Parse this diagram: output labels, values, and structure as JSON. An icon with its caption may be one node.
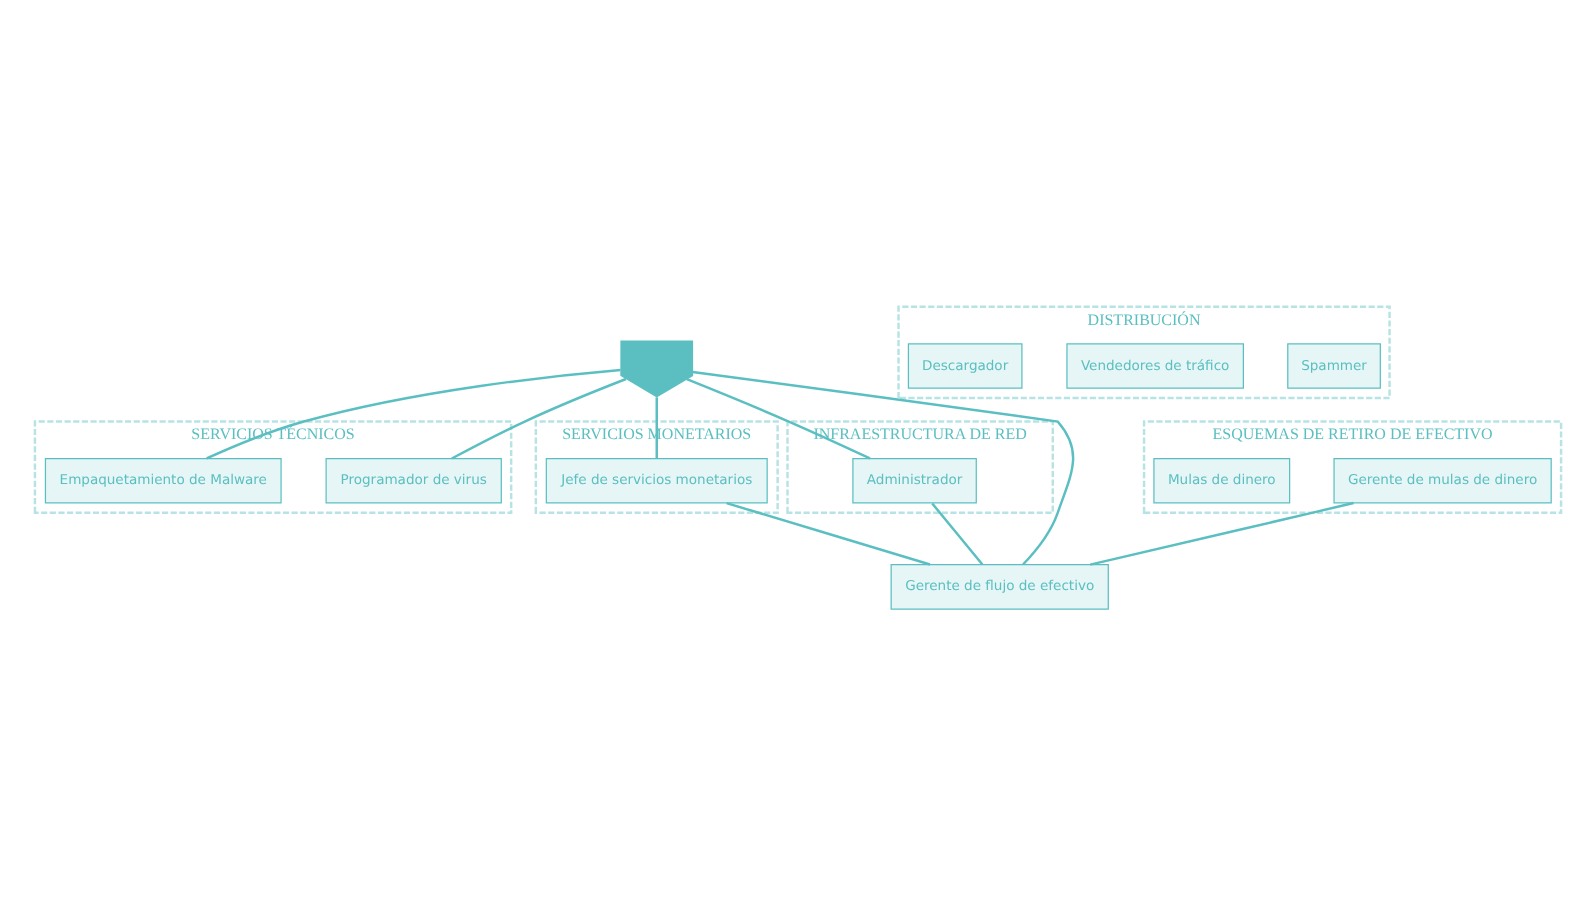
{
  "diagram": {
    "nodes": [
      {
        "text": [],
        "shape": "person"
      },
      {
        "text": [
          "SERVICIOS TÉCNICOS"
        ]
      },
      {
        "text": [
          "Programador de virus"
        ],
        "in": 1
      },
      {
        "text": [
          "Empaquetamiento de Malware"
        ],
        "in": 1
      },
      {
        "text": [
          "SERVICIOS MONETARIOS"
        ]
      },
      {
        "text": [
          "Jefe de servicios monetarios"
        ],
        "in": 4
      },
      {
        "text": [
          "DISTRIBUCIÓN"
        ]
      },
      {
        "text": [
          "Spammer"
        ],
        "in": 6
      },
      {
        "text": [
          "Vendedores de tráfico"
        ],
        "in": 6
      },
      {
        "text": [
          "Descargador"
        ],
        "in": 6
      },
      {
        "text": [
          "ESQUEMAS DE RETIRO DE EFECTIVO"
        ]
      },
      {
        "text": [
          "Gerente de mulas de dinero"
        ],
        "in": 10
      },
      {
        "text": [
          "Mulas de dinero"
        ],
        "in": 10
      },
      {
        "text": [
          "INFRAESTRUCTURA DE RED"
        ]
      },
      {
        "text": [
          "Administrador"
        ],
        "in": 13
      },
      {
        "text": [
          "Gerente de flujo de efectivo"
        ]
      }
    ],
    "edges": [
      {
        "from": 0,
        "to": 2,
        "arrow": "none"
      },
      {
        "from": 0,
        "to": 3,
        "arrow": "none"
      },
      {
        "from": 0,
        "to": 14,
        "arrow": "none"
      },
      {
        "from": 0,
        "to": 5,
        "arrow": "none"
      },
      {
        "from": 0,
        "to": 15,
        "arrow": "none"
      },
      {
        "from": 5,
        "to": 15,
        "arrow": "none"
      },
      {
        "from": 11,
        "to": 15,
        "arrow": "none"
      },
      {
        "from": 14,
        "to": 15,
        "arrow": "none"
      }
    ]
  }
}
